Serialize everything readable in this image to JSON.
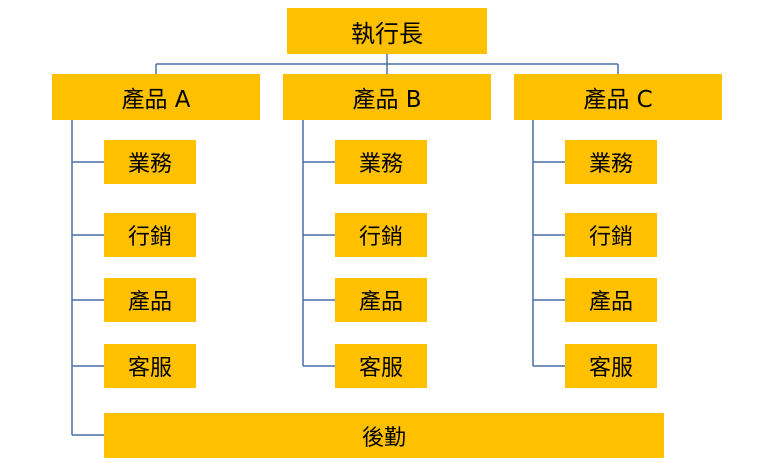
{
  "chart": {
    "root": "執行長",
    "products": [
      {
        "label": "產品 A",
        "departments": [
          "業務",
          "行銷",
          "產品",
          "客服"
        ]
      },
      {
        "label": "產品 B",
        "departments": [
          "業務",
          "行銷",
          "產品",
          "客服"
        ]
      },
      {
        "label": "產品 C",
        "departments": [
          "業務",
          "行銷",
          "產品",
          "客服"
        ]
      }
    ],
    "shared": "後勤",
    "colors": {
      "box": "#ffc000",
      "line": "#4a6fa5",
      "text": "#000000"
    }
  }
}
